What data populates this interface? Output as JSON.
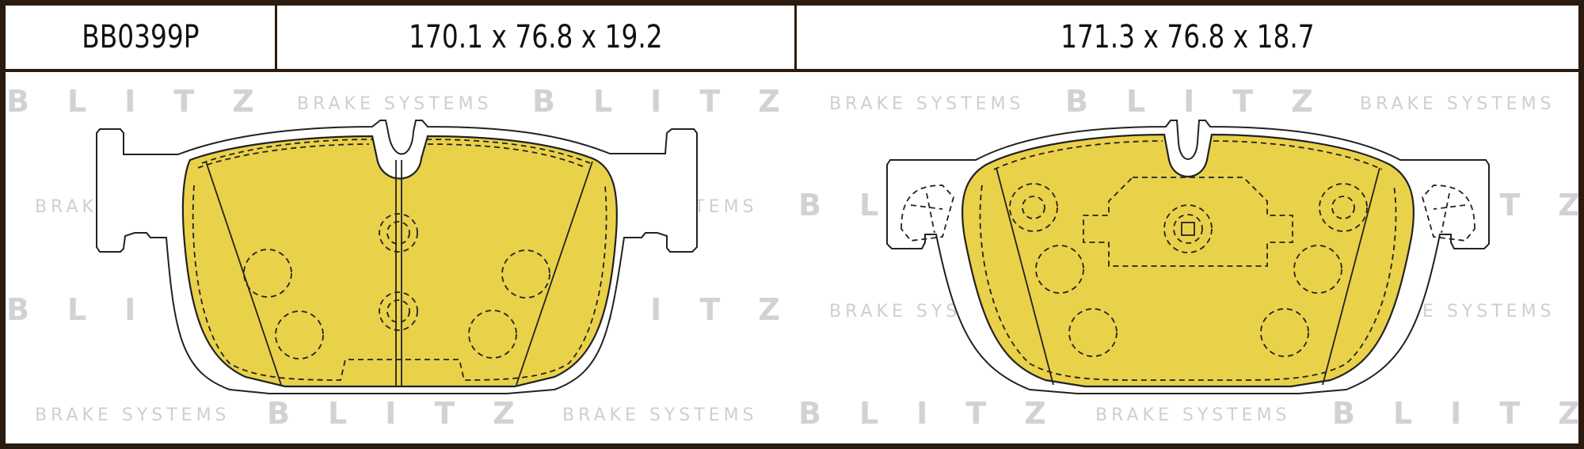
{
  "header": {
    "part_number": "BB0399P",
    "dimensions_left": "170.1 x 76.8 x 19.2",
    "dimensions_right": "171.3 x 76.8 x 18.7"
  },
  "watermark": {
    "brand": "BLITZ",
    "tagline": "BRAKE SYSTEMS"
  },
  "colors": {
    "pad_fill": "#ead14a",
    "frame": "#2b1a0e",
    "watermark": "#d2d2d2"
  }
}
